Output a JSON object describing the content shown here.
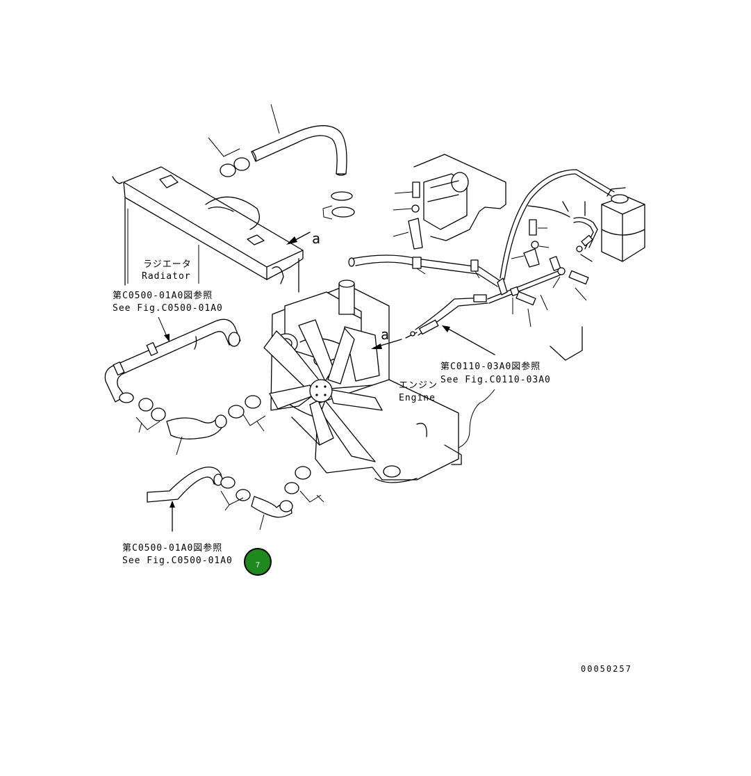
{
  "labels": {
    "radiator_jp": "ラジエータ",
    "radiator_en": "Radiator",
    "ref_upper_jp": "第C0500-01A0図参照",
    "ref_upper_en": "See Fig.C0500-01A0",
    "ref_lower_jp": "第C0500-01A0図参照",
    "ref_lower_en": "See Fig.C0500-01A0",
    "ref_engine_jp": "第C0110-03A0図参照",
    "ref_engine_en": "See Fig.C0110-03A0",
    "engine_jp": "エンジン",
    "engine_en": "Engine",
    "callout_a_upper": "a",
    "callout_a_lower": "a",
    "drawing_number": "00050257"
  },
  "marker": {
    "label": "7",
    "color": "#1e8a1e"
  }
}
